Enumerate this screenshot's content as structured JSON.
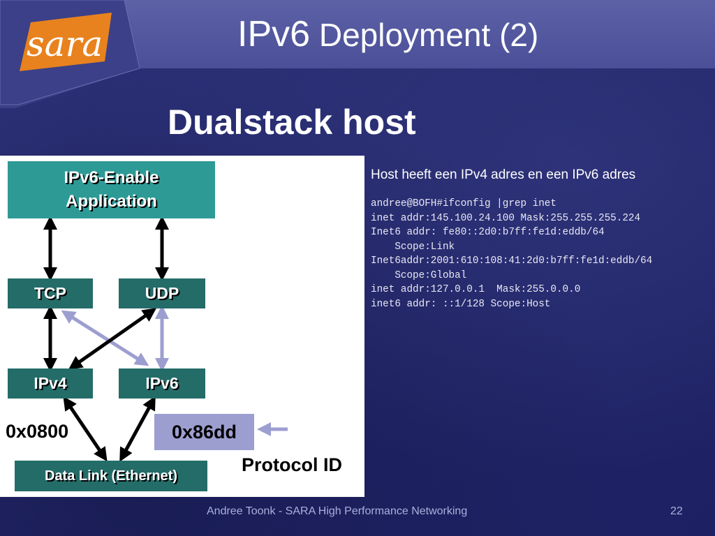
{
  "header": {
    "logo_text": "sara",
    "title_part1": "IPv6",
    "title_part2": " Deployment (2)"
  },
  "subtitle": "Dualstack host",
  "diagram": {
    "app_line1": "IPv6-Enable",
    "app_line2": "Application",
    "tcp": "TCP",
    "udp": "UDP",
    "ipv4": "IPv4",
    "ipv6": "IPv6",
    "ethertype_v4": "0x0800",
    "ethertype_v6": "0x86dd",
    "datalink": "Data Link (Ethernet)",
    "protocol_id": "Protocol ID",
    "colors": {
      "app_box": "#2e9a96",
      "layer_box": "#246c68",
      "ipv6_box": "#9d9ed0",
      "ipv6_arrow": "#9d9ed0",
      "arrow": "#000000"
    }
  },
  "content": {
    "lead": "Host heeft een IPv4 adres en een IPv6 adres",
    "code_lines": [
      "andree@BOFH#ifconfig |grep inet",
      "inet addr:145.100.24.100 Mask:255.255.255.224",
      "Inet6 addr: fe80::2d0:b7ff:fe1d:eddb/64",
      "    Scope:Link",
      "Inet6addr:2001:610:108:41:2d0:b7ff:fe1d:eddb/64",
      "    Scope:Global",
      "inet addr:127.0.0.1  Mask:255.0.0.0",
      "inet6 addr: ::1/128 Scope:Host"
    ]
  },
  "footer": {
    "text": "Andree Toonk - SARA High Performance Networking",
    "page": "22"
  }
}
